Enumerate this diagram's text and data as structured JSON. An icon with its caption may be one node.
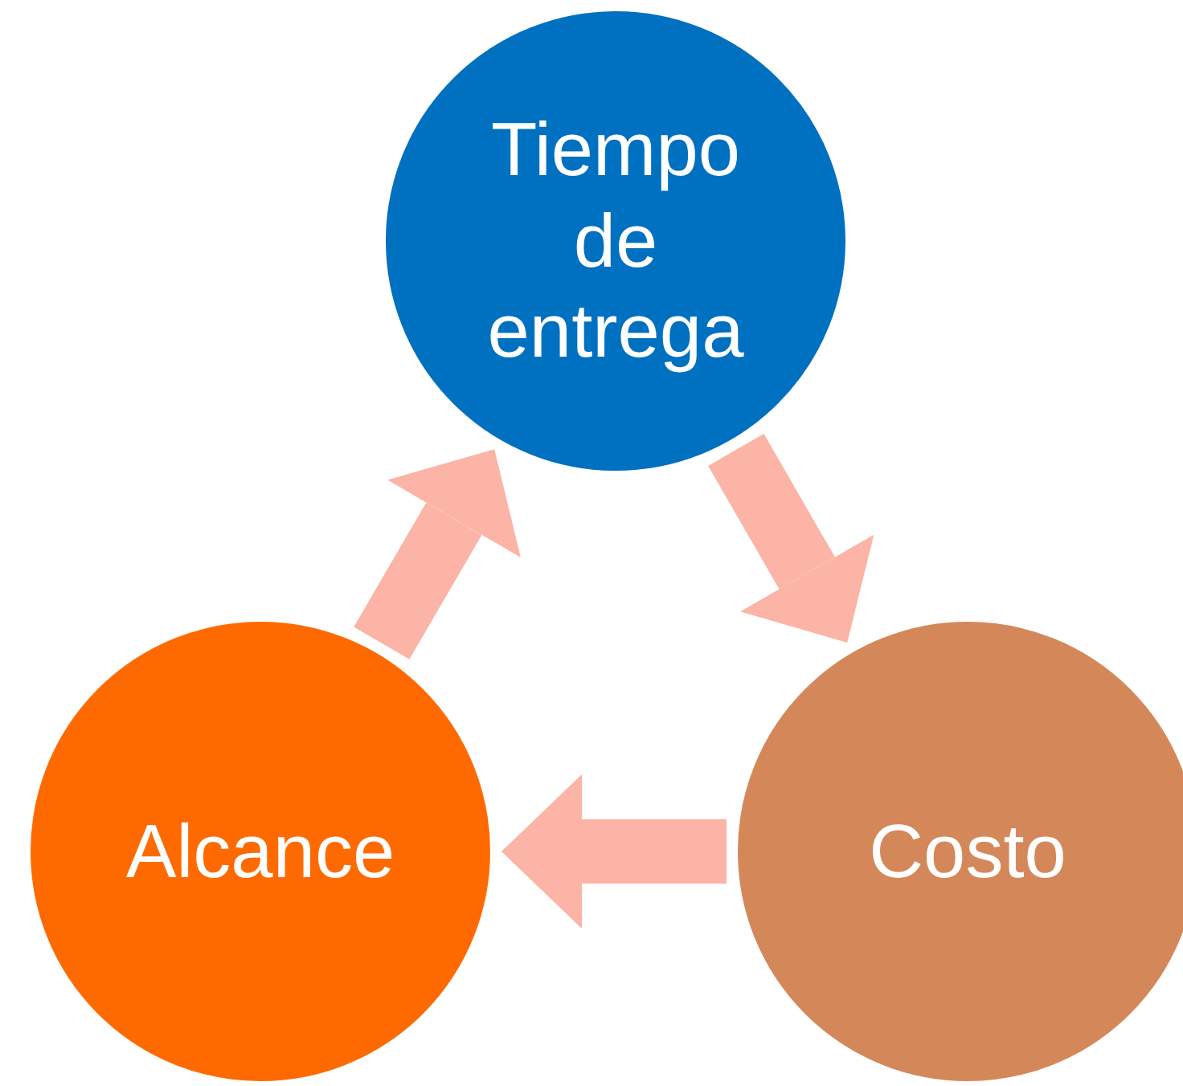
{
  "diagram": {
    "nodes": [
      {
        "text": [
          "Tiempo de entrega"
        ]
      },
      {
        "text": [
          "Costo"
        ]
      },
      {
        "text": [
          "Alcance"
        ]
      }
    ],
    "edges": [
      {
        "from": 2,
        "to": 0,
        "arrow": "to"
      },
      {
        "from": 0,
        "to": 1,
        "arrow": "to"
      },
      {
        "from": 1,
        "to": 2,
        "arrow": "to"
      }
    ]
  }
}
